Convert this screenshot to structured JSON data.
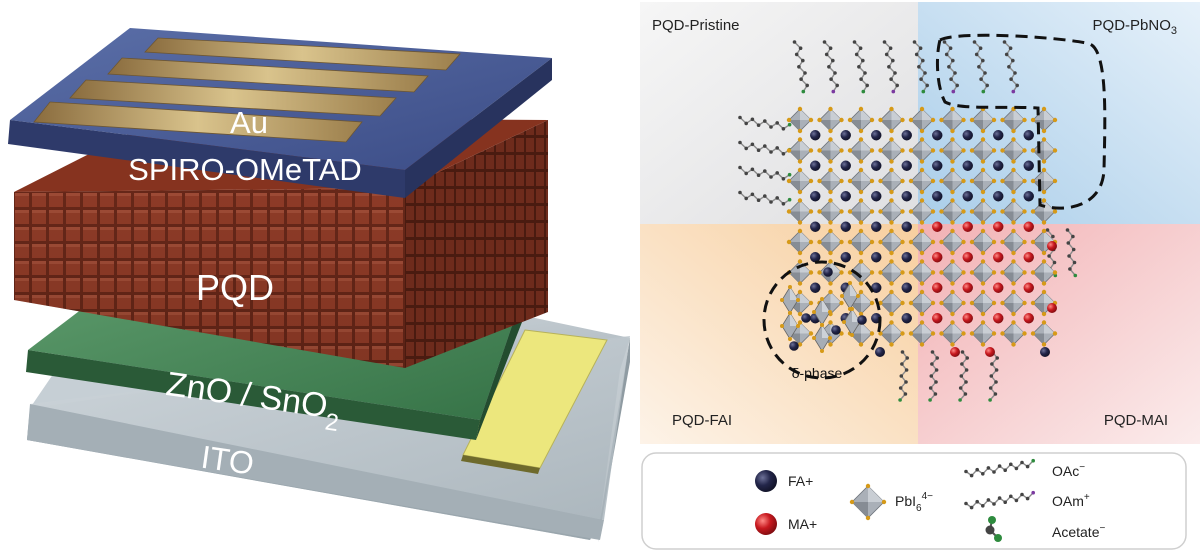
{
  "device": {
    "layers": [
      {
        "label": "Au"
      },
      {
        "label": "SPIRO-OMeTAD"
      },
      {
        "label": "PQD"
      },
      {
        "label": "ZnO / SnO",
        "sub": "2"
      },
      {
        "label": "ITO"
      }
    ]
  },
  "lattice": {
    "quadrants": [
      {
        "label": "PQD-Pristine"
      },
      {
        "label": "PQD-PbNO",
        "sub": "3"
      },
      {
        "label": "PQD-FAI"
      },
      {
        "label": "PQD-MAI"
      }
    ],
    "delta_phase_label": "δ-phase"
  },
  "legend": {
    "fa": "FA+",
    "ma": "MA+",
    "pbi6": {
      "base": "PbI",
      "sub": "6",
      "sup": "4−"
    },
    "oac": {
      "base": "OAc",
      "sup": "−"
    },
    "oam": {
      "base": "OAm",
      "sup": "+"
    },
    "acetate": {
      "base": "Acetate",
      "sup": "−"
    }
  },
  "colors": {
    "au": "#b8995f",
    "spiro": "#3e4f8a",
    "pqd": "#7a3222",
    "zno": "#3f8050",
    "ito": "#b9c3c9",
    "fa": "#23264a",
    "ma": "#c8191f",
    "pb_octahedron": "#9aa0a8",
    "iodide": "#d69a18"
  }
}
